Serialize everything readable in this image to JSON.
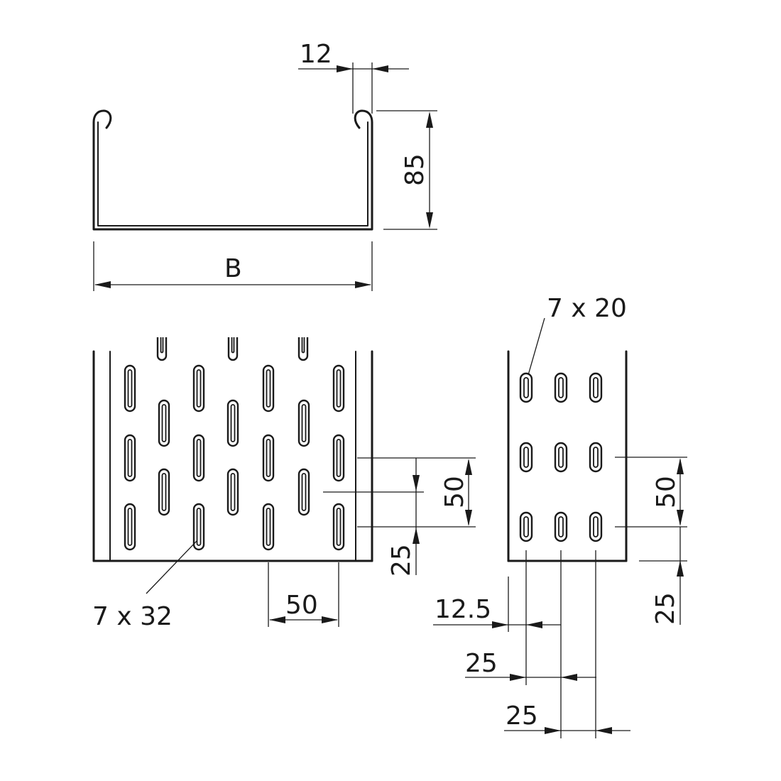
{
  "labels": {
    "lip_width": "12",
    "side_height": "85",
    "width": "B",
    "slot_left": "7 x 32",
    "slot_right": "7 x 20",
    "left_vspacing": "50",
    "left_bottom_offset": "25",
    "left_hspacing": "50",
    "right_vspacing": "50",
    "right_bottom_offset": "25",
    "right_edge_offset": "12.5",
    "right_hspacing_1": "25",
    "right_hspacing_2": "25"
  },
  "colors": {
    "line": "#1a1a1a",
    "background": "#ffffff"
  }
}
